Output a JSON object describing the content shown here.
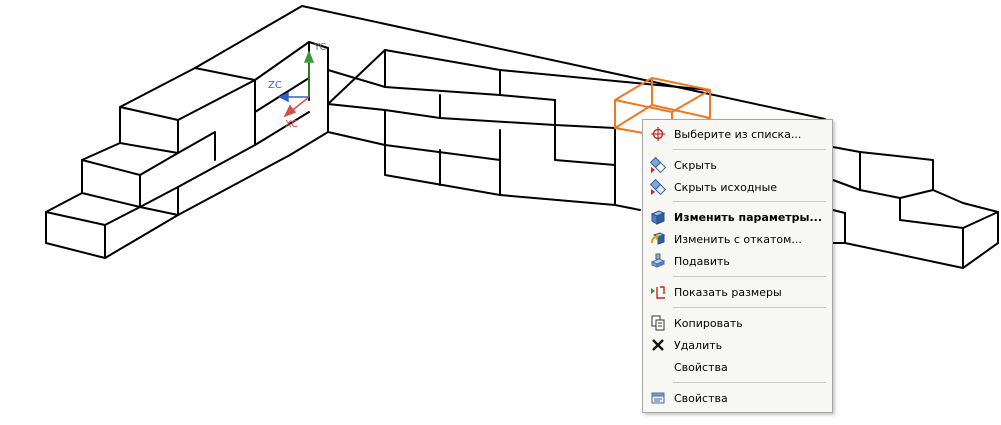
{
  "viewport": {
    "triad_labels": {
      "y": "YC",
      "z": "ZC",
      "x": "XC"
    }
  },
  "context_menu": {
    "items": [
      {
        "label": "Выберите из списка...",
        "icon": "crosshair-select-icon"
      },
      {
        "label": "Скрыть",
        "icon": "hide-icon"
      },
      {
        "label": "Скрыть исходные",
        "icon": "hide-parents-icon"
      },
      {
        "label": "Изменить параметры...",
        "icon": "edit-parameters-icon",
        "bold": true
      },
      {
        "label": "Изменить с откатом...",
        "icon": "edit-rollback-icon"
      },
      {
        "label": "Подавить",
        "icon": "suppress-icon"
      },
      {
        "label": "Показать размеры",
        "icon": "show-dimensions-icon"
      },
      {
        "label": "Копировать",
        "icon": "copy-icon"
      },
      {
        "label": "Удалить",
        "icon": "delete-icon"
      },
      {
        "label": "Свойства",
        "icon": ""
      },
      {
        "label": "Свойства",
        "icon": "properties-icon"
      }
    ]
  },
  "colors": {
    "selection": "#f07820",
    "axis_y": "#3c9a3c",
    "axis_z": "#3060c8",
    "axis_x": "#d05050",
    "menu_background": "#f7f7f4"
  }
}
